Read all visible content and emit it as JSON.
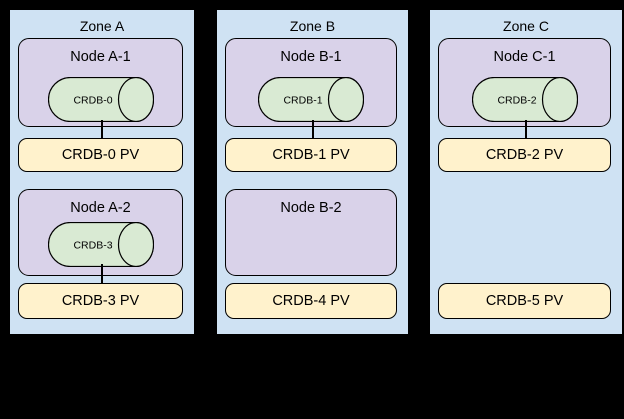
{
  "diagram": {
    "colors": {
      "page_background": "#000000",
      "zone_fill": "#cfe2f3",
      "node_fill": "#d9d2e9",
      "pod_fill": "#d9ead3",
      "pv_fill": "#fff2cc",
      "line": "#000000",
      "text": "#000000"
    },
    "zones": [
      {
        "label": "Zone A",
        "rows": [
          {
            "node": {
              "label": "Node A-1",
              "pod": "CRDB-0",
              "connected_to_pv": true
            },
            "pv": "CRDB-0 PV"
          },
          {
            "node": {
              "label": "Node A-2",
              "pod": "CRDB-3",
              "connected_to_pv": true
            },
            "pv": "CRDB-3 PV"
          }
        ]
      },
      {
        "label": "Zone B",
        "rows": [
          {
            "node": {
              "label": "Node B-1",
              "pod": "CRDB-1",
              "connected_to_pv": true
            },
            "pv": "CRDB-1 PV"
          },
          {
            "node": {
              "label": "Node B-2",
              "pod": null,
              "connected_to_pv": false
            },
            "pv": "CRDB-4 PV"
          }
        ]
      },
      {
        "label": "Zone C",
        "rows": [
          {
            "node": {
              "label": "Node C-1",
              "pod": "CRDB-2",
              "connected_to_pv": true
            },
            "pv": "CRDB-2 PV"
          },
          {
            "node": null,
            "pv": "CRDB-5 PV"
          }
        ]
      }
    ]
  }
}
